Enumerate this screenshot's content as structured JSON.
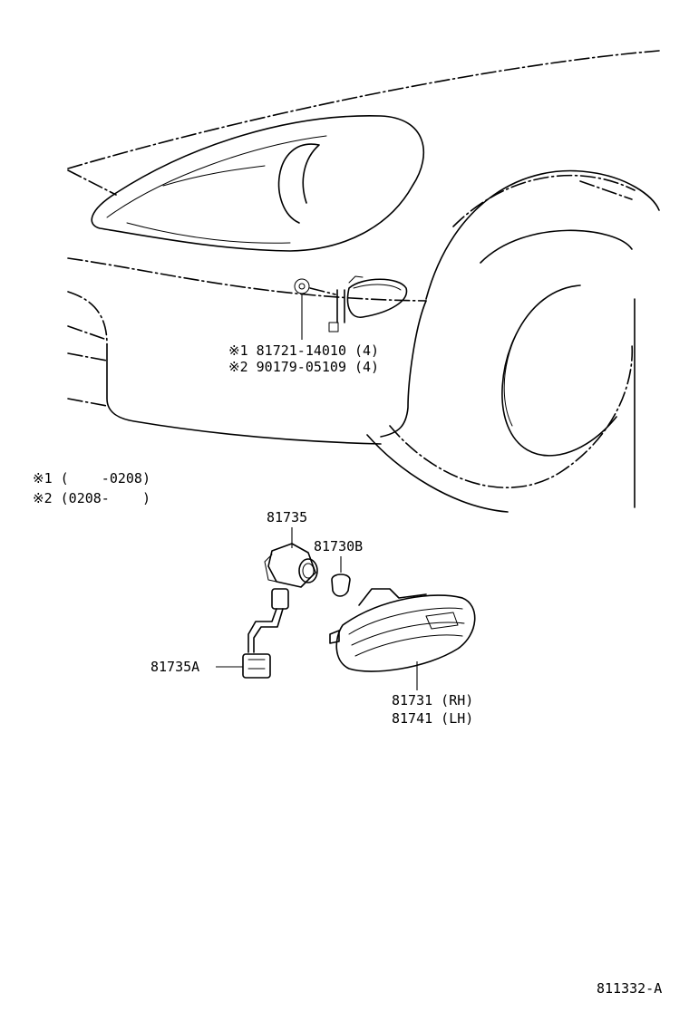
{
  "labels": {
    "clip_note_1": "※1 81721-14010 (4)",
    "clip_note_2": "※2 90179-05109 (4)",
    "range_note_1": "※1 (    -0208)",
    "range_note_2": "※2 (0208-    )",
    "socket": "81735",
    "bulb": "81730B",
    "harness": "81735A",
    "lamp_rh": "81731 (RH)",
    "lamp_lh": "81741 (LH)",
    "figure_id": "811332-A"
  }
}
